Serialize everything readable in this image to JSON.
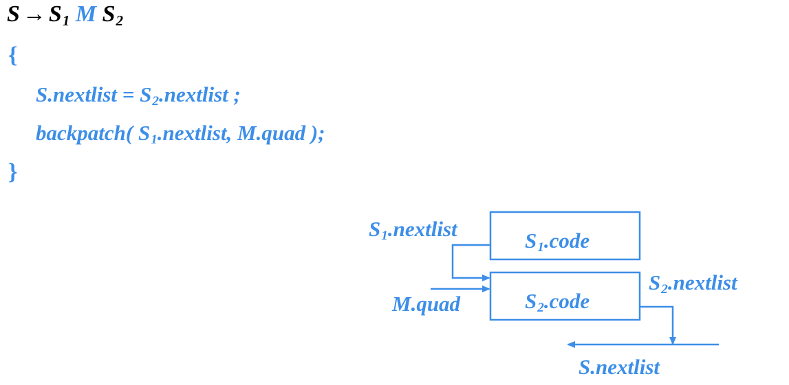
{
  "production": {
    "lhs": "S",
    "arrow": "→",
    "s1_base": "S",
    "s1_sub": "1",
    "marker": "M",
    "s2_base": "S",
    "s2_sub": "2"
  },
  "code": {
    "open_brace": "{",
    "line1": {
      "p1": "S.nextlist = S",
      "sub": "2",
      "p2": ".nextlist ;"
    },
    "line2": {
      "p1": "backpatch( S",
      "sub": "1",
      "p2": ".nextlist,  M.quad );"
    },
    "close_brace": "}"
  },
  "diagram": {
    "s1_code": {
      "base": "S",
      "sub": "1",
      "rest": ".code"
    },
    "s2_code": {
      "base": "S",
      "sub": "2",
      "rest": ".code"
    },
    "s1_nextlist": {
      "base": "S",
      "sub": "1",
      "rest": ".nextlist"
    },
    "s2_nextlist": {
      "base": "S",
      "sub": "2",
      "rest": ".nextlist"
    },
    "m_quad": "M.quad",
    "s_nextlist": "S.nextlist",
    "line_color": "#3c8ee8"
  }
}
